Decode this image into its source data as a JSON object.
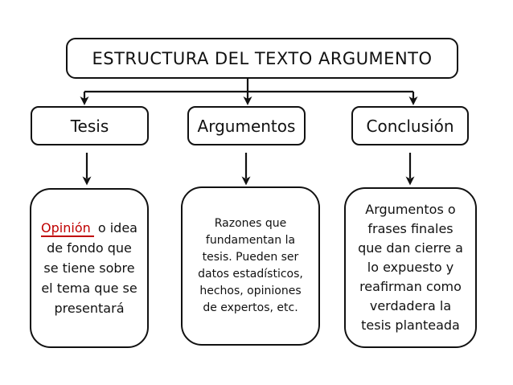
{
  "diagram": {
    "title": "ESTRUCTURA DEL TEXTO ARGUMENTO",
    "branches": [
      {
        "label": "Tesis",
        "description_highlight": "Opinión",
        "description_rest": " o idea\nde fondo que\nse tiene sobre\nel tema que se\npresentará"
      },
      {
        "label": "Argumentos",
        "description": "Razones que\nfundamentan la\ntesis. Pueden ser\ndatos estadísticos,\nhechos, opiniones\nde expertos, etc."
      },
      {
        "label": "Conclusión",
        "description": "Argumentos o\nfrases finales\nque dan cierre a\nlo expuesto y\nreafirman como\nverdadera la\ntesis planteada"
      }
    ],
    "colors": {
      "stroke": "#111111",
      "highlight_red": "#c00000",
      "background": "#ffffff"
    }
  }
}
